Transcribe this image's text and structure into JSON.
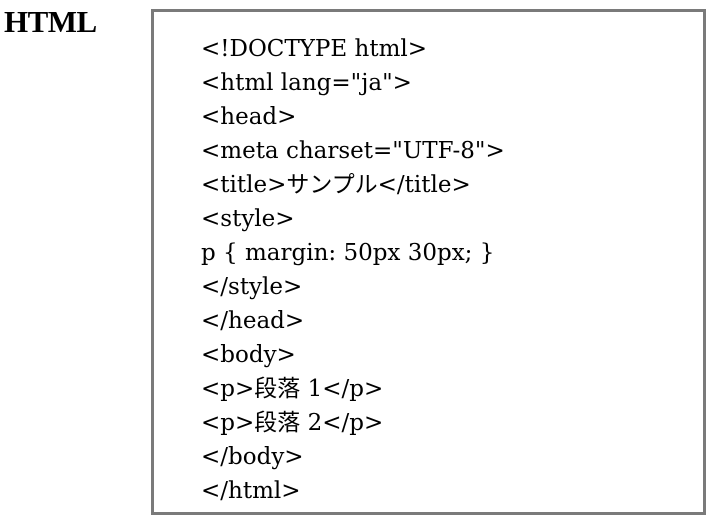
{
  "heading": "HTML",
  "code": {
    "lines": [
      "<!DOCTYPE html>",
      "<html lang=\"ja\">",
      "<head>",
      "<meta charset=\"UTF-8\">",
      "<title>サンプル</title>",
      "<style>",
      "p { margin: 50px 30px; }",
      "</style>",
      "</head>",
      "<body>",
      "<p>段落 1</p>",
      "<p>段落 2</p>",
      "</body>",
      "</html>"
    ]
  },
  "colors": {
    "border": "#7a7a7a",
    "text": "#000000",
    "background": "#ffffff"
  }
}
